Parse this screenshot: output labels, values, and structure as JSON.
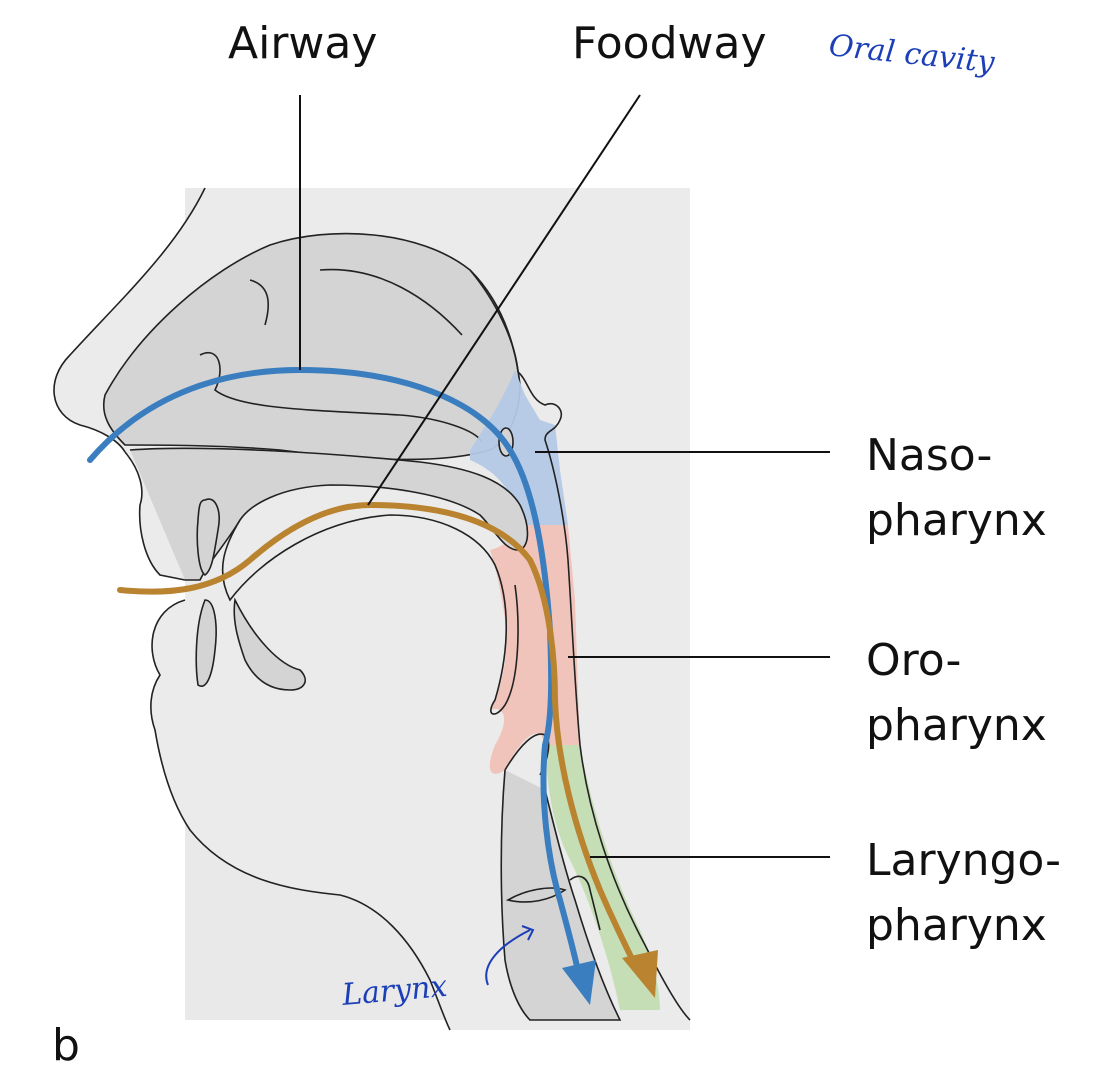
{
  "labels": {
    "airway": "Airway",
    "foodway": "Foodway",
    "naso_line1": "Naso-",
    "naso_line2": "pharynx",
    "oro_line1": "Oro-",
    "oro_line2": "pharynx",
    "laryngo_line1": "Laryngo-",
    "laryngo_line2": "pharynx",
    "panel": "b"
  },
  "annotations": {
    "oral_cavity": "Oral cavity",
    "larynx": "Larynx"
  },
  "colors": {
    "airway_path": "#3a7ec0",
    "foodway_path": "#b98330",
    "nasopharynx_region": "#b4c9e6",
    "oropharynx_region": "#f0c2b8",
    "laryngopharynx_region": "#c3ddb3",
    "background_panel": "#e9e9e9",
    "tissue": "#d4d4d4",
    "handwriting": "#1c3fb8"
  }
}
